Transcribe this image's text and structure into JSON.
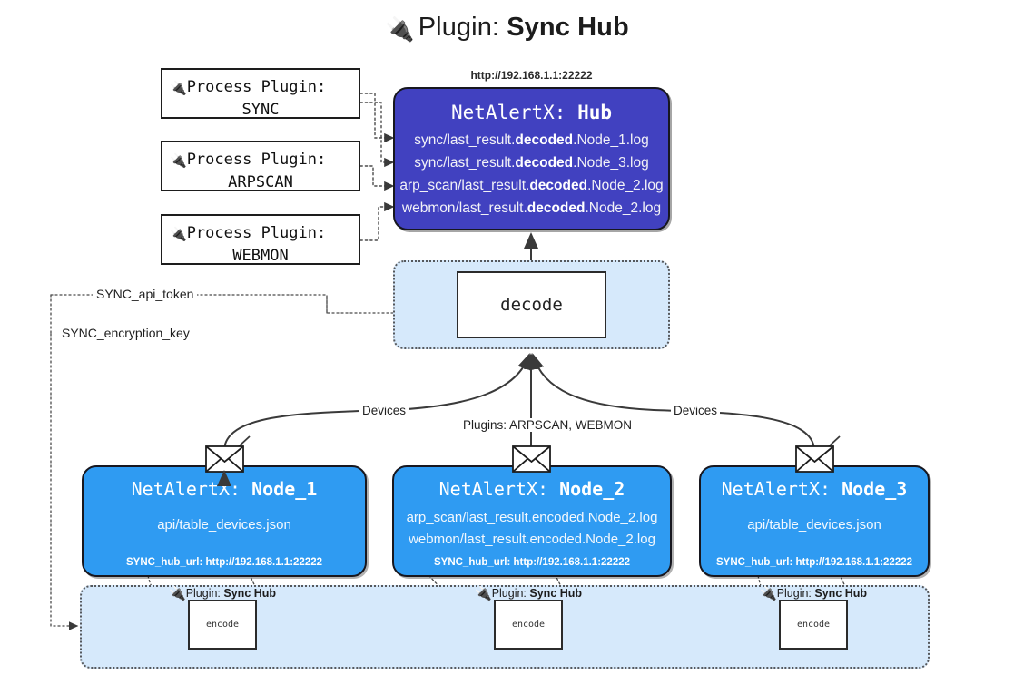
{
  "header": {
    "icon": "plug-icon",
    "prefix": "Plugin: ",
    "title": "Sync Hub"
  },
  "process_plugins": [
    {
      "icon": "plug-icon",
      "line1": "Process Plugin:",
      "line2": "SYNC"
    },
    {
      "icon": "plug-icon",
      "line1": "Process Plugin:",
      "line2": "ARPSCAN"
    },
    {
      "icon": "plug-icon",
      "line1": "Process Plugin:",
      "line2": "WEBMON"
    }
  ],
  "hub": {
    "url": "http://192.168.1.1:22222",
    "title_prefix": "NetAlertX: ",
    "title_name": "Hub",
    "logs": [
      {
        "pre": "sync/last_result.",
        "mid": "decoded",
        "post": ".Node_1.log"
      },
      {
        "pre": "sync/last_result.",
        "mid": "decoded",
        "post": ".Node_3.log"
      },
      {
        "pre": "arp_scan/last_result.",
        "mid": "decoded",
        "post": ".Node_2.log"
      },
      {
        "pre": "webmon/last_result.",
        "mid": "decoded",
        "post": ".Node_2.log"
      }
    ]
  },
  "decode": {
    "label": "decode"
  },
  "tokens": [
    {
      "label": "SYNC_api_token"
    },
    {
      "label": "SYNC_encryption_key"
    }
  ],
  "edge_labels": {
    "left_devices": "Devices",
    "right_devices": "Devices",
    "center_plugins": "Plugins: ARPSCAN, WEBMON"
  },
  "nodes": [
    {
      "title_prefix": "NetAlertX: ",
      "title_name": "Node_1",
      "lines": [
        "api/table_devices.json"
      ],
      "hub_url": "SYNC_hub_url: http://192.168.1.1:22222",
      "mail_icon": "envelope-icon"
    },
    {
      "title_prefix": "NetAlertX: ",
      "title_name": "Node_2",
      "lines": [
        "arp_scan/last_result.encoded.Node_2.log",
        "webmon/last_result.encoded.Node_2.log"
      ],
      "hub_url": "SYNC_hub_url: http://192.168.1.1:22222",
      "mail_icon": "envelope-icon"
    },
    {
      "title_prefix": "NetAlertX: ",
      "title_name": "Node_3",
      "lines": [
        "api/table_devices.json"
      ],
      "hub_url": "SYNC_hub_url: http://192.168.1.1:22222",
      "mail_icon": "envelope-icon"
    }
  ],
  "encode_sections": [
    {
      "plugin_prefix": "Plugin: ",
      "plugin_name": "Sync Hub",
      "box_label": "encode",
      "icon": "plug-icon"
    },
    {
      "plugin_prefix": "Plugin: ",
      "plugin_name": "Sync Hub",
      "box_label": "encode",
      "icon": "plug-icon"
    },
    {
      "plugin_prefix": "Plugin: ",
      "plugin_name": "Sync Hub",
      "box_label": "encode",
      "icon": "plug-icon"
    }
  ],
  "colors": {
    "hub_bg": "#4141c0",
    "node_bg": "#2f9bf2",
    "container_bg": "#d6e9fb",
    "stroke": "#2b2b2b"
  }
}
